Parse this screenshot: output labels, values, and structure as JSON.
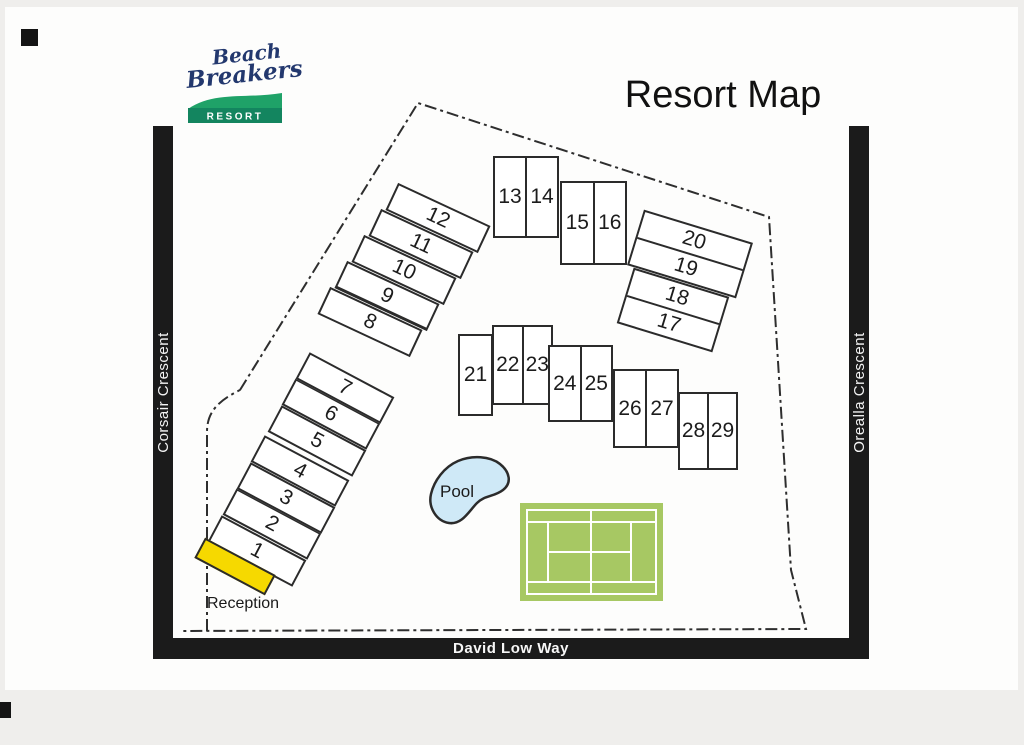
{
  "title": "Resort Map",
  "logo": {
    "word1": "Beach",
    "word2": "Breakers",
    "banner": "RESORT"
  },
  "streets": {
    "left": "Corsair Crescent",
    "right": "Orealla Crescent",
    "bottom": "David Low Way"
  },
  "areas": {
    "reception_label": "Reception",
    "pool_label": "Pool"
  },
  "units": {
    "u1": "1",
    "u2": "2",
    "u3": "3",
    "u4": "4",
    "u5": "5",
    "u6": "6",
    "u7": "7",
    "u8": "8",
    "u9": "9",
    "u10": "10",
    "u11": "11",
    "u12": "12",
    "u13": "13",
    "u14": "14",
    "u15": "15",
    "u16": "16",
    "u17": "17",
    "u18": "18",
    "u19": "19",
    "u20": "20",
    "u21": "21",
    "u22": "22",
    "u23": "23",
    "u24": "24",
    "u25": "25",
    "u26": "26",
    "u27": "27",
    "u28": "28",
    "u29": "29"
  },
  "colors": {
    "reception_fill": "#f6d900",
    "pool_fill": "#cfe9f7",
    "court_fill": "#a7c863",
    "street_bar": "#1b1b1b",
    "logo_navy": "#23386e",
    "logo_green": "#1a9a62"
  }
}
